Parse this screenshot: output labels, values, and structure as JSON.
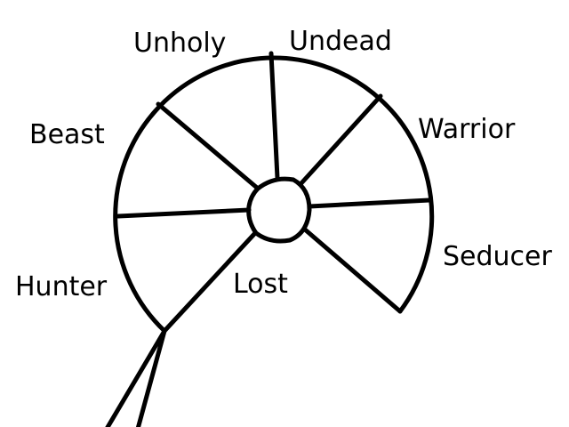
{
  "diagram": {
    "center_label": "Lost",
    "segments": [
      "Unholy",
      "Undead",
      "Warrior",
      "Seducer",
      "Beast",
      "Hunter"
    ],
    "line_color": "#000000",
    "background": "#ffffff"
  }
}
